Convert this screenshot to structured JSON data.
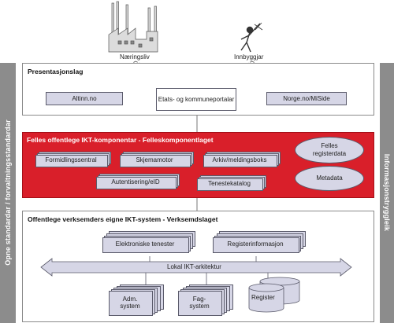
{
  "actors": {
    "business": "Næringsliv",
    "citizens": "Innbyggjar"
  },
  "side": {
    "left": "Opne standardar / forvaltningsstandardar",
    "right": "Informasjonstryggleik"
  },
  "presentation": {
    "title": "Presentasjonslag",
    "altinn": "Altinn.no",
    "portals": "Etats- og kommuneportalar",
    "norge": "Norge.no/MiSide"
  },
  "common": {
    "title": "Felles offentlege IKT-komponentar - Felleskomponentlaget",
    "formidling": "Formidlingssentral",
    "skjema": "Skjemamotor",
    "arkiv": "Arkiv/meldingsboks",
    "auth": "Autentisering/eID",
    "katalog": "Tenestekatalog",
    "register": "Felles registerdata",
    "metadata": "Metadata"
  },
  "business_layer": {
    "title": "Offentlege verksemders eigne IKT-system - Verksemdslaget",
    "eservices": "Elektroniske tenester",
    "reginfo": "Registerinformasjon",
    "local_arch": "Lokal IKT-arkitektur",
    "adm": "Adm. system",
    "fag": "Fag- system",
    "register": "Register"
  },
  "colors": {
    "red": "#d91f2a",
    "component": "#d6d6e6",
    "sidebar": "#8c8c8c"
  }
}
